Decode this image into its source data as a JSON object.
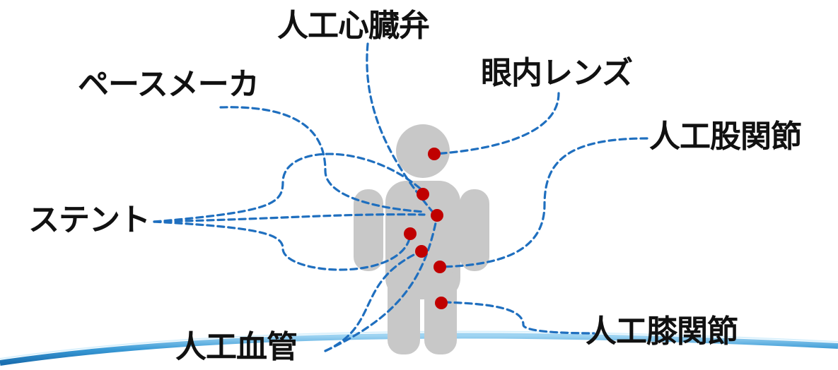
{
  "labels": {
    "heart_valve": "人工心臓弁",
    "pacemaker": "ペースメーカ",
    "intraocular_lens": "眼内レンズ",
    "hip_joint": "人工股関節",
    "stent": "ステント",
    "vascular_graft": "人工血管",
    "knee_joint": "人工膝関節"
  },
  "colors": {
    "line": "#1f6fbf",
    "dot": "#c00000",
    "figure": "#c8c8c8",
    "arc": "#3a9ad6"
  }
}
